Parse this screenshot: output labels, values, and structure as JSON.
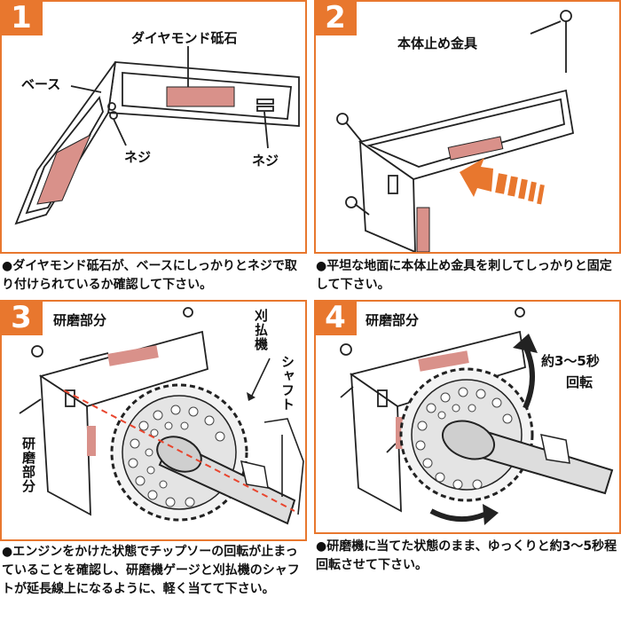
{
  "steps": [
    {
      "number": "1",
      "labels": {
        "stone": "ダイヤモンド砥石",
        "base": "ベース",
        "screw_left": "ネジ",
        "screw_right": "ネジ"
      },
      "caption": "●ダイヤモンド砥石が、ベースにしっかりとネジで取り付けられているか確認して下さい。"
    },
    {
      "number": "2",
      "labels": {
        "stake": "本体止め金具"
      },
      "caption": "●平坦な地面に本体止め金具を刺してしっかりと固定して下さい。"
    },
    {
      "number": "3",
      "labels": {
        "polish_top": "研磨部分",
        "polish_side": "研磨部分",
        "brush_cutter": "刈払機",
        "shaft": "シャフト"
      },
      "caption": "●エンジンをかけた状態でチップソーの回転が止まっていることを確認し、研磨機ゲージと刈払機のシャフトが延長線上になるように、軽く当てて下さい。"
    },
    {
      "number": "4",
      "labels": {
        "polish_top": "研磨部分",
        "rotate_line1": "約3～5秒",
        "rotate_line2": "回転"
      },
      "caption": "●研磨機に当てた状態のまま、ゆっくりと約3～5秒程回転させて下さい。"
    }
  ],
  "colors": {
    "accent": "#e8772e",
    "stone": "#d9918a",
    "line": "#222222"
  }
}
